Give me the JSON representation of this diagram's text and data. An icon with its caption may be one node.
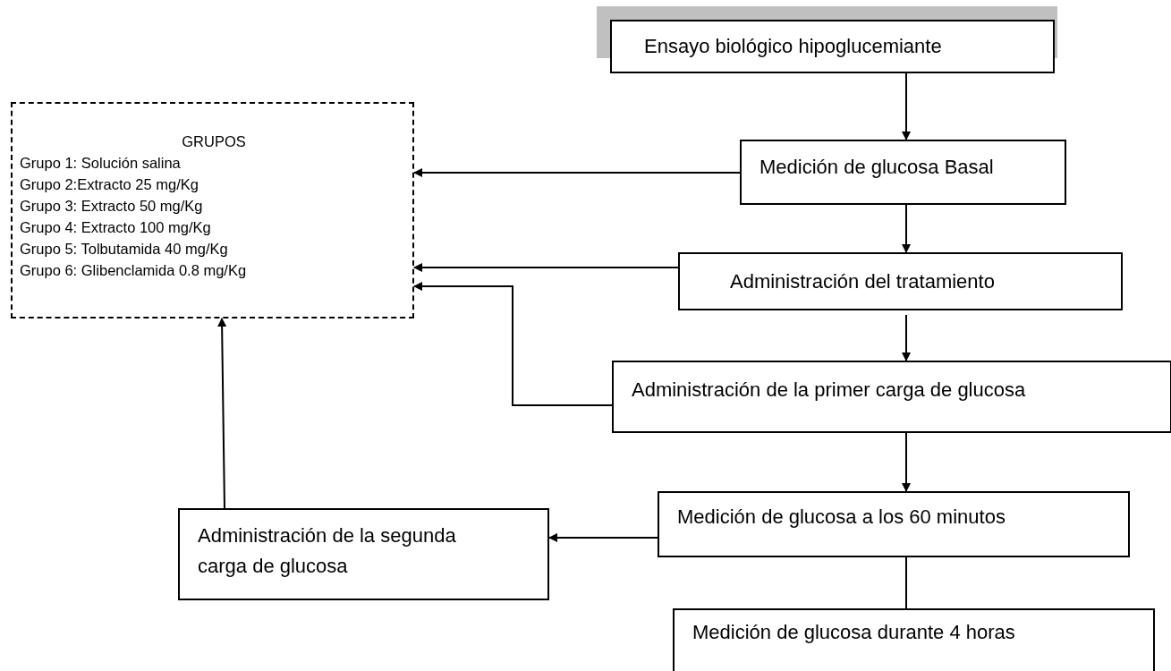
{
  "diagram": {
    "nodes": [
      {
        "text": [
          "GRUPOS",
          "Grupo 1: Solución salina",
          "Grupo 2:Extracto 25 mg/Kg",
          "Grupo 3: Extracto 50 mg/Kg",
          "Grupo 4: Extracto 100 mg/Kg",
          "Grupo 5: Tolbutamida 40 mg/Kg",
          "Grupo 6: Glibenclamida 0.8 mg/Kg"
        ]
      },
      {
        "text": [
          "Ensayo biológico hipoglucemiante"
        ]
      },
      {
        "text": [
          "Medición de glucosa Basal"
        ]
      },
      {
        "text": [
          "Administración del tratamiento"
        ]
      },
      {
        "text": [
          "Administración de la primer carga de glucosa"
        ]
      },
      {
        "text": [
          "Medición de glucosa a los 60 minutos"
        ]
      },
      {
        "text": [
          "Medición de glucosa durante 4 horas"
        ]
      },
      {
        "text": [
          "Administración de la segunda carga de glucosa"
        ]
      }
    ],
    "edges": [
      {
        "from": 1,
        "to": 2,
        "arrow": "to"
      },
      {
        "from": 2,
        "to": 3,
        "arrow": "to"
      },
      {
        "from": 3,
        "to": 4,
        "arrow": "to"
      },
      {
        "from": 4,
        "to": 5,
        "arrow": "to"
      },
      {
        "from": 5,
        "to": 6,
        "arrow": "none"
      },
      {
        "from": 2,
        "to": 0,
        "arrow": "to"
      },
      {
        "from": 3,
        "to": 0,
        "arrow": "to"
      },
      {
        "from": 4,
        "to": 0,
        "arrow": "to"
      },
      {
        "from": 5,
        "to": 7,
        "arrow": "to"
      },
      {
        "from": 7,
        "to": 0,
        "arrow": "to"
      }
    ]
  }
}
